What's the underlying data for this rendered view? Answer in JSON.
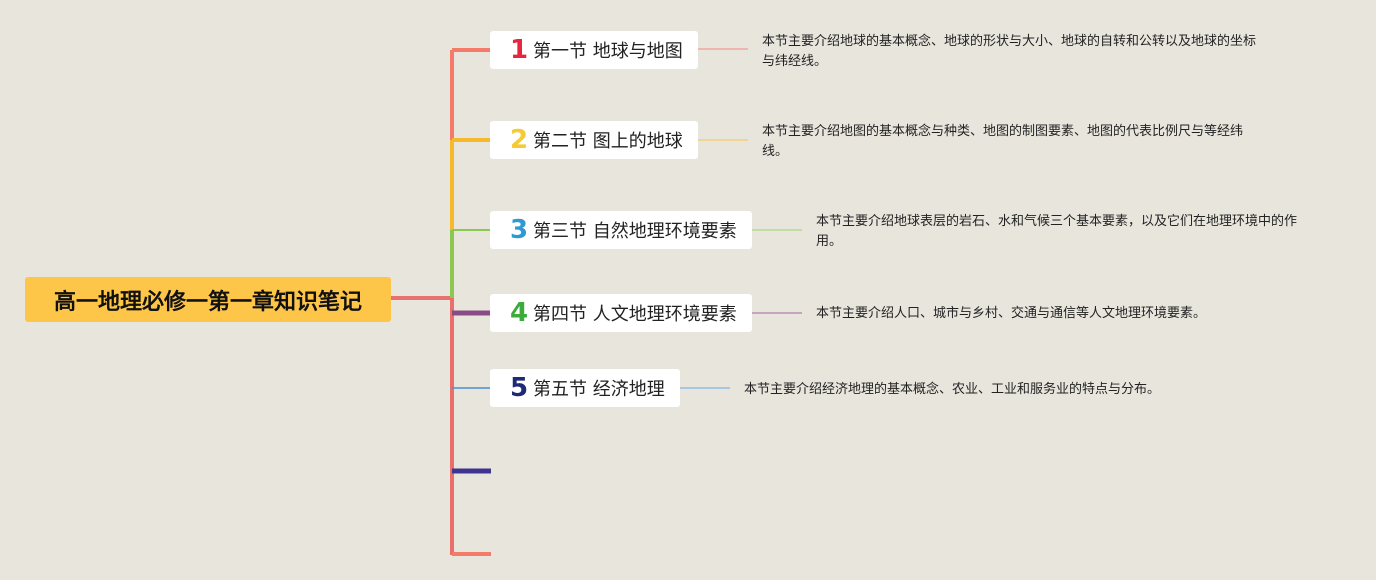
{
  "root": {
    "title": "高一地理必修一第一章知识笔记"
  },
  "topics": [
    {
      "number": "1",
      "label": "第一节 地球与地图",
      "color": "#e5263d",
      "note": "本节主要介绍地球的基本概念、地球的形状与大小、地球的自转和公转以及地球的坐标与纬经线。"
    },
    {
      "number": "2",
      "label": "第二节 图上的地球",
      "color": "#f6cb31",
      "note": "本节主要介绍地图的基本概念与种类、地图的制图要素、地图的代表比例尺与等经纬线。"
    },
    {
      "number": "3",
      "label": "第三节 自然地理环境要素",
      "color": "#2d9ad6",
      "note": "本节主要介绍地球表层的岩石、水和气候三个基本要素，以及它们在地理环境中的作用。"
    },
    {
      "number": "4",
      "label": "第四节 人文地理环境要素",
      "color": "#3cab3c",
      "note": "本节主要介绍人口、城市与乡村、交通与通信等人文地理环境要素。"
    },
    {
      "number": "5",
      "label": "第五节 经济地理",
      "color": "#1e2a78",
      "note": "本节主要介绍经济地理的基本概念、农业、工业和服务业的特点与分布。"
    }
  ],
  "colors": {
    "background": "#e8e5dd",
    "root_fill": "#fec649",
    "branch_1": "#f47a6a",
    "branch_2": "#f5b92b",
    "branch_3": "#8cc752",
    "branch_4": "#8a4a86",
    "branch_5": "#4a8fd0",
    "branch_6": "#3f3490",
    "branch_7": "#f47a6a"
  }
}
